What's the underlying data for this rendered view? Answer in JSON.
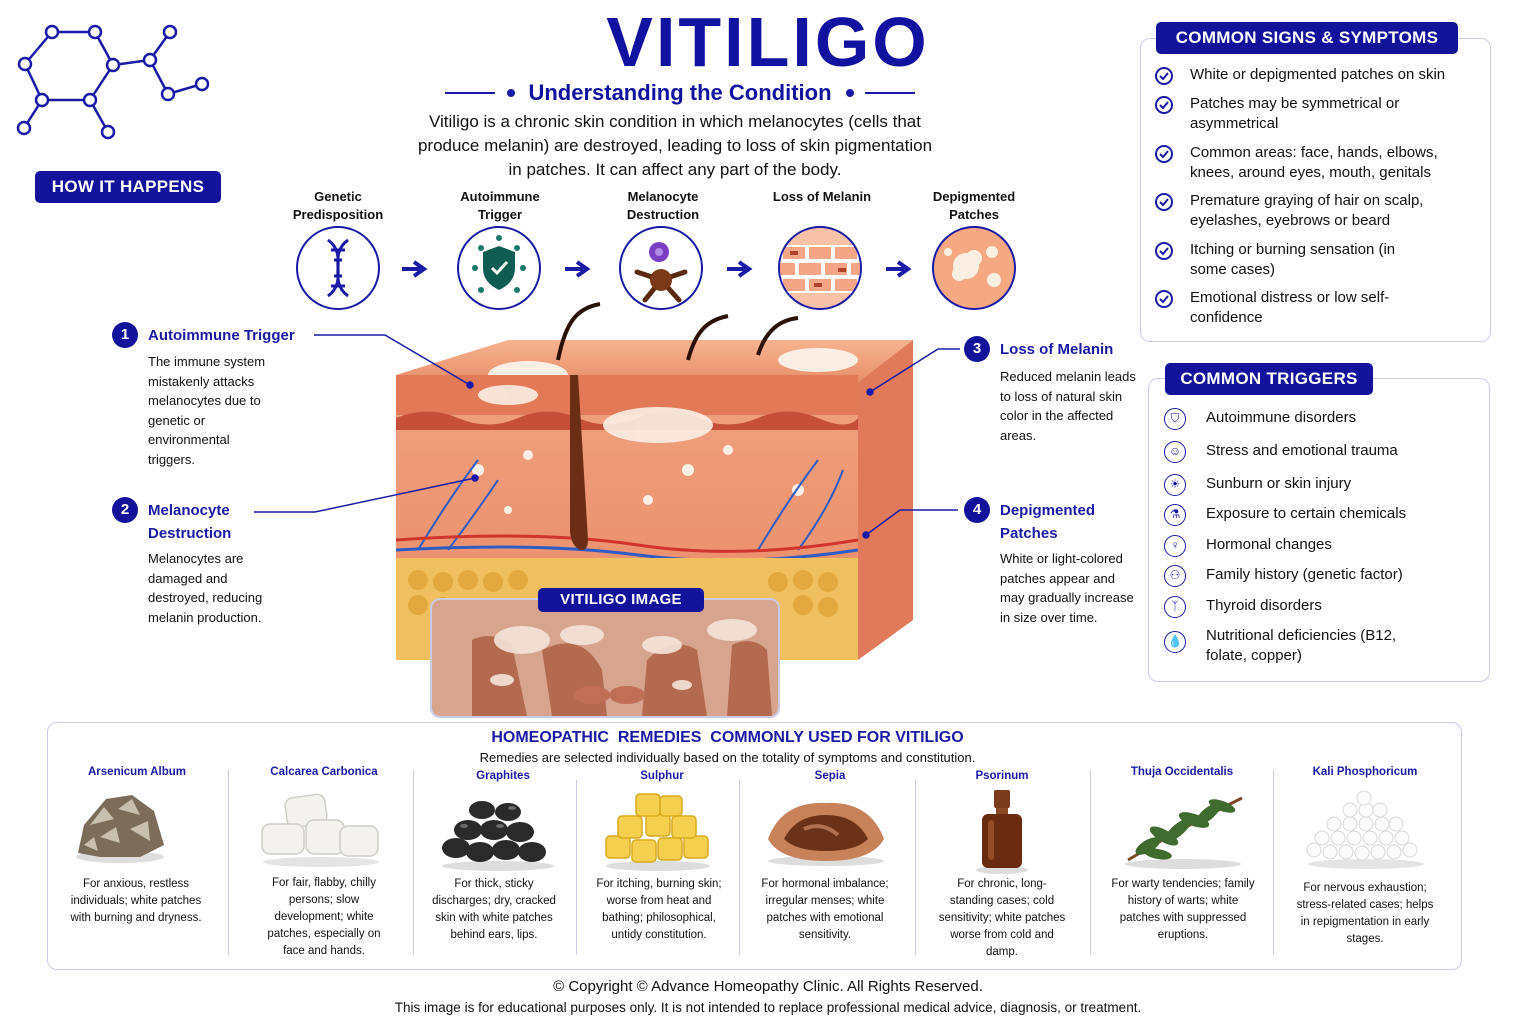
{
  "header": {
    "title": "VITILIGO",
    "subtitle": "Understanding the Condition",
    "intro": "Vitiligo is a chronic skin condition in which melanocytes (cells that produce melanin) are destroyed, leading to loss of skin pigmentation in patches. It can affect any part of the body."
  },
  "how_it_happens": {
    "heading": "HOW IT HAPPENS",
    "steps": [
      {
        "label": "Genetic Predisposition",
        "icon": "dna-icon"
      },
      {
        "label": "Autoimmune Trigger",
        "icon": "shield-icon"
      },
      {
        "label": "Melanocyte Destruction",
        "icon": "melanocyte-icon"
      },
      {
        "label": "Loss of Melanin",
        "icon": "skin-cells-icon"
      },
      {
        "label": "Depigmented Patches",
        "icon": "patches-icon"
      }
    ]
  },
  "diagram": {
    "image_label": "VITILIGO IMAGE",
    "callouts": [
      {
        "number": "1",
        "title": "Autoimmune Trigger",
        "text": "The immune system mistakenly attacks melanocytes due to genetic or environmental triggers."
      },
      {
        "number": "2",
        "title": "Melanocyte Destruction",
        "text": "Melanocytes are damaged and destroyed, reducing melanin production."
      },
      {
        "number": "3",
        "title": "Loss of Melanin",
        "text": "Reduced melanin leads to loss of natural skin color in the affected areas."
      },
      {
        "number": "4",
        "title": "Depigmented Patches",
        "text": "White or light-colored patches appear and may gradually increase in size over time."
      }
    ]
  },
  "symptoms": {
    "heading": "COMMON SIGNS & SYMPTOMS",
    "items": [
      "White or depigmented patches on skin",
      "Patches may be symmetrical or asymmetrical",
      "Common areas: face, hands, elbows, knees, around eyes, mouth, genitals",
      "Premature graying of hair on scalp, eyelashes, eyebrows or beard",
      "Itching or burning sensation (in some cases)",
      "Emotional distress or low self-confidence"
    ]
  },
  "triggers": {
    "heading": "COMMON TRIGGERS",
    "items": [
      {
        "label": "Autoimmune disorders",
        "icon": "shield-icon"
      },
      {
        "label": "Stress and emotional trauma",
        "icon": "head-icon"
      },
      {
        "label": "Sunburn or skin injury",
        "icon": "sun-icon"
      },
      {
        "label": "Exposure to certain chemicals",
        "icon": "flask-icon"
      },
      {
        "label": "Hormonal changes",
        "icon": "female-icon"
      },
      {
        "label": "Family history (genetic factor)",
        "icon": "family-icon"
      },
      {
        "label": "Thyroid disorders",
        "icon": "thyroid-icon"
      },
      {
        "label": "Nutritional deficiencies (B12, folate, copper)",
        "icon": "drop-icon"
      }
    ]
  },
  "remedies": {
    "heading": "HOMEOPATHIC  REMEDIES  COMMONLY USED FOR VITILIGO",
    "subheading": "Remedies are selected individually based on the totality of symptoms and constitution.",
    "items": [
      {
        "name": "Arsenicum Album",
        "desc": "For anxious, restless individuals; white patches with burning and dryness.",
        "image": "mineral-image"
      },
      {
        "name": "Calcarea Carbonica",
        "desc": "For fair, flabby, chilly persons; slow development; white patches, especially on face and hands.",
        "image": "chalk-image"
      },
      {
        "name": "Graphites",
        "desc": "For thick, sticky discharges; dry, cracked skin with white patches behind ears, lips.",
        "image": "graphite-image"
      },
      {
        "name": "Sulphur",
        "desc": "For itching, burning skin; worse from heat and bathing; philosophical, untidy constitution.",
        "image": "sulphur-image"
      },
      {
        "name": "Sepia",
        "desc": "For hormonal imbalance; irregular menses; white patches with emotional sensitivity.",
        "image": "sepia-image"
      },
      {
        "name": "Psorinum",
        "desc": "For chronic, long-standing cases; cold sensitivity; white patches worse from cold and damp.",
        "image": "bottle-image"
      },
      {
        "name": "Thuja Occidentalis",
        "desc": "For warty tendencies; family history of warts; white patches with suppressed eruptions.",
        "image": "thuja-image"
      },
      {
        "name": "Kali Phosphoricum",
        "desc": "For nervous exhaustion; stress-related cases; helps in repigmentation in early stages.",
        "image": "pills-image"
      }
    ]
  },
  "footer": {
    "copyright": "© Copyright © Advance Homeopathy Clinic. All Rights Reserved.",
    "disclaimer": "This image is for educational purposes only. It is not intended to replace professional medical advice, diagnosis, or treatment."
  },
  "colors": {
    "brand": "#12129a",
    "skin": "#e8906a",
    "patch": "#fbeee4"
  }
}
